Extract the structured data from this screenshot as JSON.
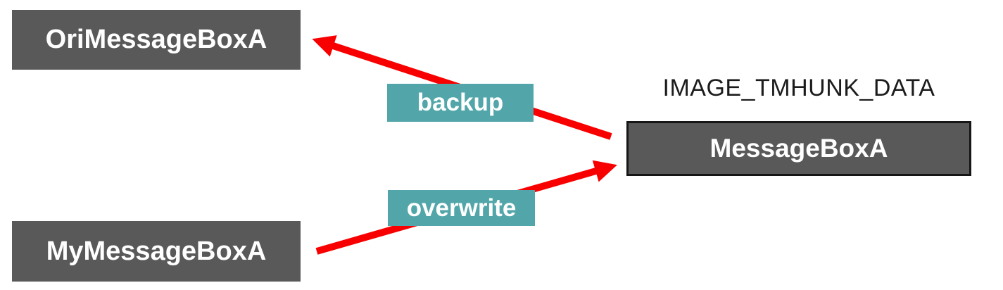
{
  "diagram": {
    "boxes": {
      "ori": {
        "label": "OriMessageBoxA"
      },
      "my": {
        "label": "MyMessageBoxA"
      },
      "target": {
        "label": "MessageBoxA",
        "caption": "IMAGE_TMHUNK_DATA"
      }
    },
    "arrows": {
      "backup": {
        "label": "backup",
        "from": "MessageBoxA",
        "to": "OriMessageBoxA"
      },
      "overwrite": {
        "label": "overwrite",
        "from": "MyMessageBoxA",
        "to": "MessageBoxA"
      }
    },
    "colors": {
      "node_fill": "#595959",
      "node_text": "#ffffff",
      "target_border": "#161616",
      "chip_fill": "#52a6a9",
      "arrow_red": "#f80000",
      "caption_text": "#1c1c1c",
      "background": "#ffffff"
    }
  }
}
